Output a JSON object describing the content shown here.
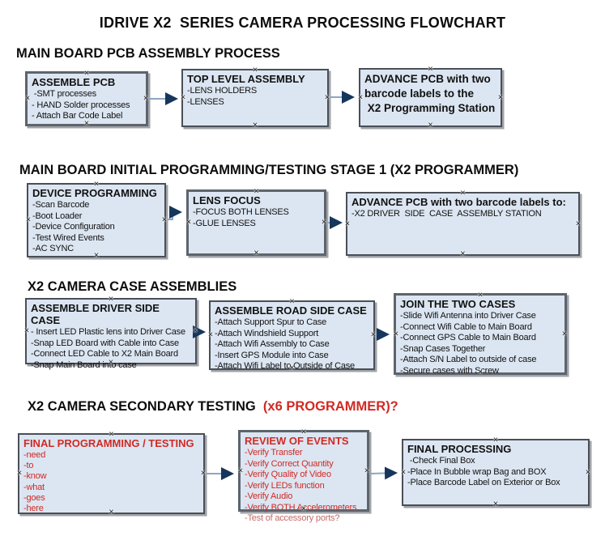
{
  "title": "IDRIVE X2  SERIES CAMERA PROCESSING FLOWCHART",
  "colors": {
    "box_fill": "#dce6f2",
    "box_border": "#4a4f57",
    "red_text": "#d02a24",
    "muted_red_text": "#c46a6a",
    "arrow_line": "#8ca6c6",
    "arrow_head": "#16365c",
    "text": "#111111",
    "background": "#ffffff"
  },
  "icons": {
    "connector_anchor_glyph": "×"
  },
  "sections": [
    {
      "heading": "MAIN BOARD PCB ASSEMBLY PROCESS",
      "boxes": [
        {
          "title": "ASSEMBLE PCB",
          "items": [
            " -SMT processes",
            "- HAND Solder processes",
            "- Attach Bar Code Label"
          ]
        },
        {
          "title": "TOP LEVEL ASSEMBLY",
          "items": [
            "-LENS HOLDERS",
            "-LENSES"
          ]
        },
        {
          "title": "ADVANCE PCB with two\nbarcode labels to the\n X2 Programming Station",
          "items": []
        }
      ]
    },
    {
      "heading": "MAIN BOARD INITIAL PROGRAMMING/TESTING STAGE 1 (X2 PROGRAMMER)",
      "boxes": [
        {
          "title": "DEVICE PROGRAMMING",
          "items": [
            "-Scan Barcode",
            "-Boot Loader",
            "-Device Configuration",
            "-Test Wired Events",
            "-AC SYNC"
          ]
        },
        {
          "title": "LENS FOCUS",
          "items": [
            "-FOCUS BOTH LENSES",
            "-GLUE LENSES"
          ]
        },
        {
          "title": "ADVANCE PCB with two barcode labels to:",
          "items": [
            "-X2 DRIVER  SIDE  CASE  ASSEMBLY STATION"
          ]
        }
      ]
    },
    {
      "heading": "X2 CAMERA CASE ASSEMBLIES",
      "boxes": [
        {
          "title": "ASSEMBLE DRIVER SIDE CASE",
          "items": [
            "- Insert LED Plastic lens into Driver Case",
            "-Snap LED Board with Cable into Case",
            "-Connect LED Cable to X2 Main Board",
            "-Snap Main Board into case"
          ]
        },
        {
          "title": "ASSEMBLE ROAD SIDE CASE",
          "items": [
            "-Attach Support Spur to Case",
            "-Attach Windshield Support",
            "-Attach Wifi Assembly to Case",
            "-Insert GPS Module into Case",
            "-Attach Wifi Label to Outside of Case"
          ]
        },
        {
          "title": "JOIN THE TWO CASES",
          "items": [
            "-Slide Wifi Antenna into Driver Case",
            "-Connect Wifi Cable to Main Board",
            "-Connect GPS Cable to Main Board",
            "-Snap Cases Together",
            "-Attach S/N Label to outside of case",
            "-Secure cases with Screw"
          ]
        }
      ]
    },
    {
      "heading": "X2 CAMERA SECONDARY TESTING ",
      "heading_red": " (x6 PROGRAMMER)?",
      "boxes": [
        {
          "title": "FINAL PROGRAMMING / TESTING",
          "items": [
            "-need",
            "-to",
            "-know",
            "-what",
            "-goes",
            "-here"
          ]
        },
        {
          "title": "REVIEW OF EVENTS",
          "items": [
            "-Verify Transfer",
            "-Verify Correct Quantity",
            "-Verify Quality of Video",
            "-Verify LEDs function",
            "-Verify Audio",
            "-Verify BOTH Accelerometers"
          ],
          "overflow_item": "-Test of accessory ports?"
        },
        {
          "title": "FINAL PROCESSING",
          "items": [
            " -Check Final Box",
            "-Place In Bubble wrap Bag and BOX",
            "-Place Barcode Label on Exterior or Box"
          ]
        }
      ]
    }
  ]
}
